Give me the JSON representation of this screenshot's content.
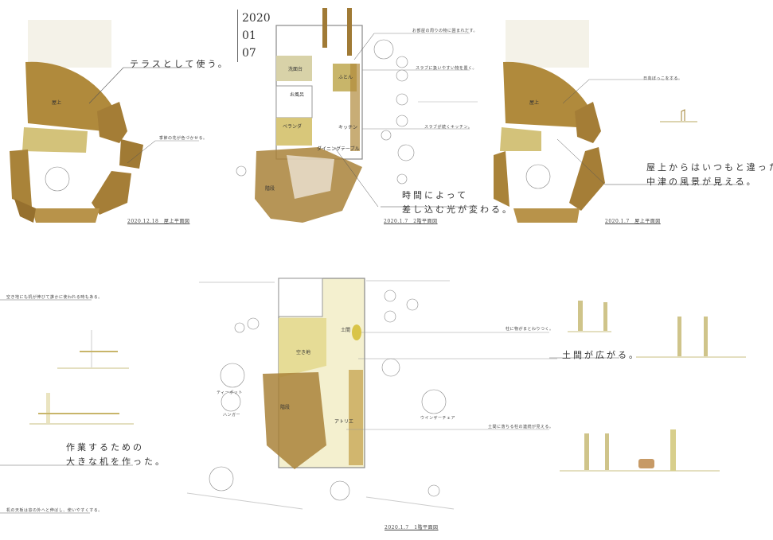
{
  "date": {
    "year": "2020",
    "month": "01",
    "day": "07"
  },
  "roof_plan_1": {
    "caption": "2020.12.18　屋上平面図",
    "headline": "テラスとして使う。",
    "note": "季節の花が色づかせる。",
    "room": "屋上"
  },
  "floor2_plan": {
    "caption": "2020.1.7　2階平面図",
    "notes": [
      "お部屋の周りの物に囲まれだす。",
      "スラブに扱いやすい物を置く。",
      "スラブが続くキッチン。"
    ],
    "headline_1": "時間によって",
    "headline_2": "差し込む光が変わる。",
    "rooms": {
      "washbasin": "洗面台",
      "bath": "お風呂",
      "futon": "ふとん",
      "veranda": "ベランダ",
      "kitchen": "キッチン",
      "dining": "ダイニングテーブル",
      "stairs": "階段"
    }
  },
  "roof_plan_2": {
    "caption": "2020.1.7　屋上平面図",
    "note": "日向ぼっこをする。",
    "headline_1": "屋上からはいつもと違った",
    "headline_2": "中津の風景が見える。",
    "room": "屋上"
  },
  "desk_section": {
    "note_top": "空き地にも机が伸びて誰かに使われる時もある。",
    "headline_1": "作業するための",
    "headline_2": "大きな机を作った。",
    "note_bottom": "机の天板は窓の外へと伸ばし、使いやすくする。"
  },
  "floor1_plan": {
    "caption": "2020.1.7　1階平面図",
    "rooms": {
      "doma": "土間",
      "vacant_lot": "空き地",
      "stairs": "階段",
      "atelier": "アトリエ"
    },
    "items": {
      "teapot": "ティーポット",
      "hanger": "ハンガー",
      "chair": "ウインザーチェア"
    }
  },
  "doma_section": {
    "note_top": "柱に物がまとわりつく。",
    "headline": "土間が広がる。",
    "note_bottom": "土間に落ちる柱の連続が見える。"
  },
  "colors": {
    "wood_dark": "#a07a35",
    "wood_mid": "#bf9a48",
    "wood_light": "#d8c77a",
    "wash": "#ece6b8",
    "line": "#777"
  }
}
